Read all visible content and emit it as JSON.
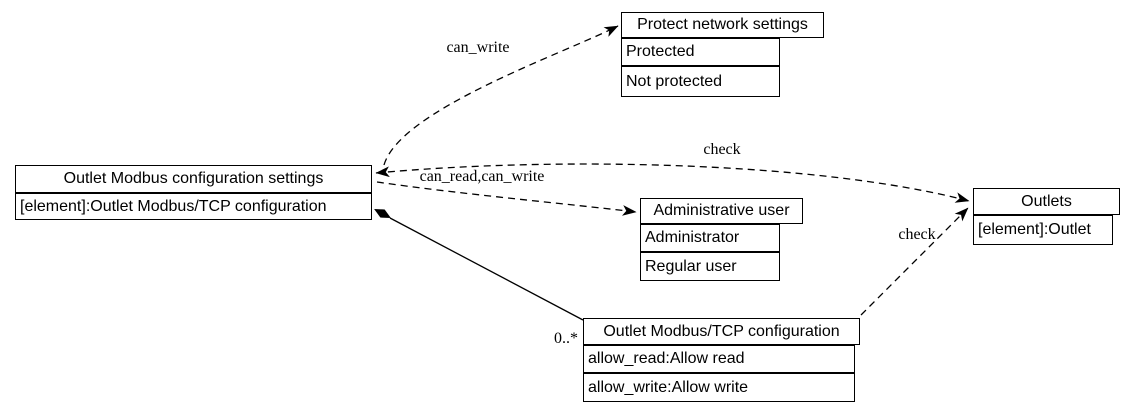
{
  "diagram": {
    "type": "uml-dependency-diagram",
    "colors": {
      "background": "#ffffff",
      "stroke": "#000000",
      "text": "#000000"
    },
    "nodes": {
      "config_settings": {
        "title": "Outlet Modbus configuration settings",
        "rows": [
          "[element]:Outlet Modbus/TCP configuration"
        ]
      },
      "protect": {
        "title": "Protect network settings",
        "rows": [
          "Protected",
          "Not protected"
        ]
      },
      "admin_user": {
        "title": "Administrative user",
        "rows": [
          "Administrator",
          "Regular user"
        ]
      },
      "outlets": {
        "title": "Outlets",
        "rows": [
          "[element]:Outlet"
        ]
      },
      "tcp_config": {
        "title": "Outlet Modbus/TCP configuration",
        "rows": [
          "allow_read:Allow read",
          "allow_write:Allow write"
        ]
      }
    },
    "edges": {
      "can_write": {
        "label": "can_write",
        "from": "config_settings",
        "to": "protect",
        "style": "dashed-arrow"
      },
      "check_outlets": {
        "label": "check",
        "from": "config_settings",
        "to": "outlets",
        "style": "dashed-arrow-both-ends"
      },
      "can_read_can_write": {
        "label": "can_read,can_write",
        "from": "config_settings",
        "to": "admin_user",
        "style": "dashed-arrow"
      },
      "composition": {
        "label": "0..*",
        "from": "config_settings",
        "to": "tcp_config",
        "style": "solid-filled-diamond"
      },
      "check_tcp": {
        "label": "check",
        "from": "tcp_config",
        "to": "outlets",
        "style": "dashed-arrow"
      }
    }
  }
}
